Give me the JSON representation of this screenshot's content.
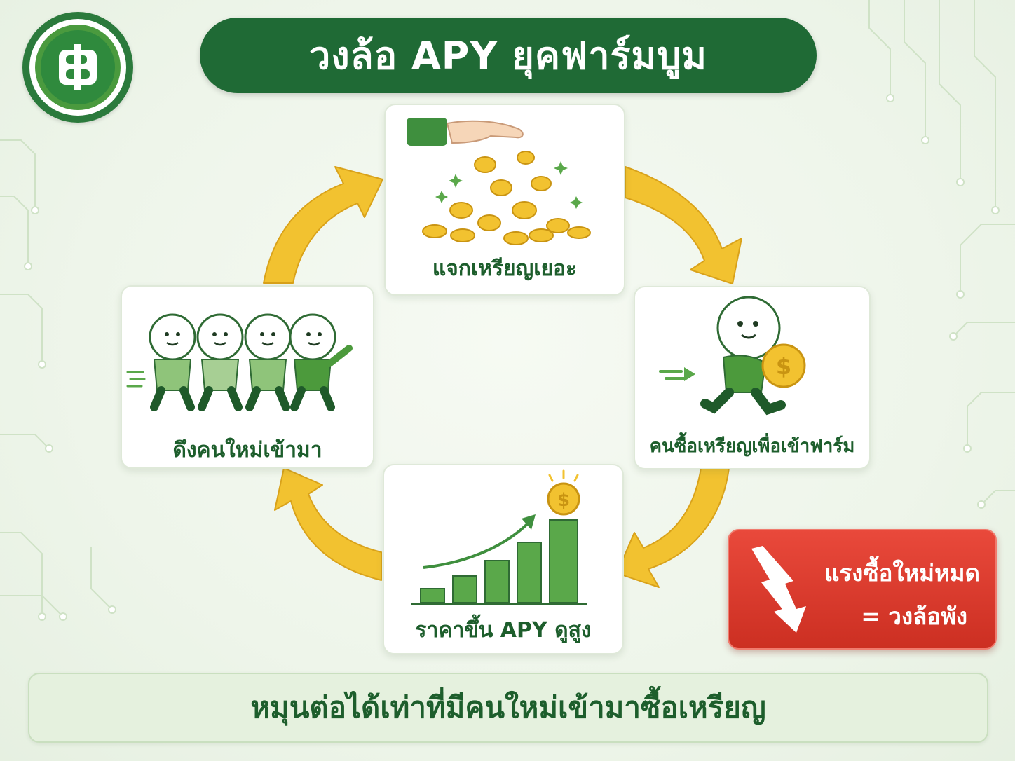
{
  "title": "วงล้อ APY ยุคฟาร์มบูม",
  "logo": {
    "icon": "baht-coin-icon",
    "symbol": "฿"
  },
  "steps": {
    "top": {
      "label": "แจกเหรียญเยอะ",
      "icon": "hand-dropping-coins-icon"
    },
    "right": {
      "label": "คนซื้อเหรียญเพื่อเข้าฟาร์ม",
      "icon": "person-running-with-coin-icon"
    },
    "bottom": {
      "label": "ราคาขึ้น APY ดูสูง",
      "icon": "rising-bar-chart-icon"
    },
    "left": {
      "label": "ดึงคนใหม่เข้ามา",
      "icon": "group-of-people-walking-icon"
    }
  },
  "warning": {
    "line1": "แรงซื้อใหม่หมด",
    "line2": "= วงล้อพัง",
    "icon": "lightning-down-arrow-icon"
  },
  "footer": "หมุนต่อได้เท่าที่มีคนใหม่เข้ามาซื้อเหรียญ",
  "colors": {
    "dark_green": "#1f6a35",
    "green": "#4a9a3e",
    "arrow_yellow": "#f2c230",
    "warning_red": "#d8392b"
  }
}
